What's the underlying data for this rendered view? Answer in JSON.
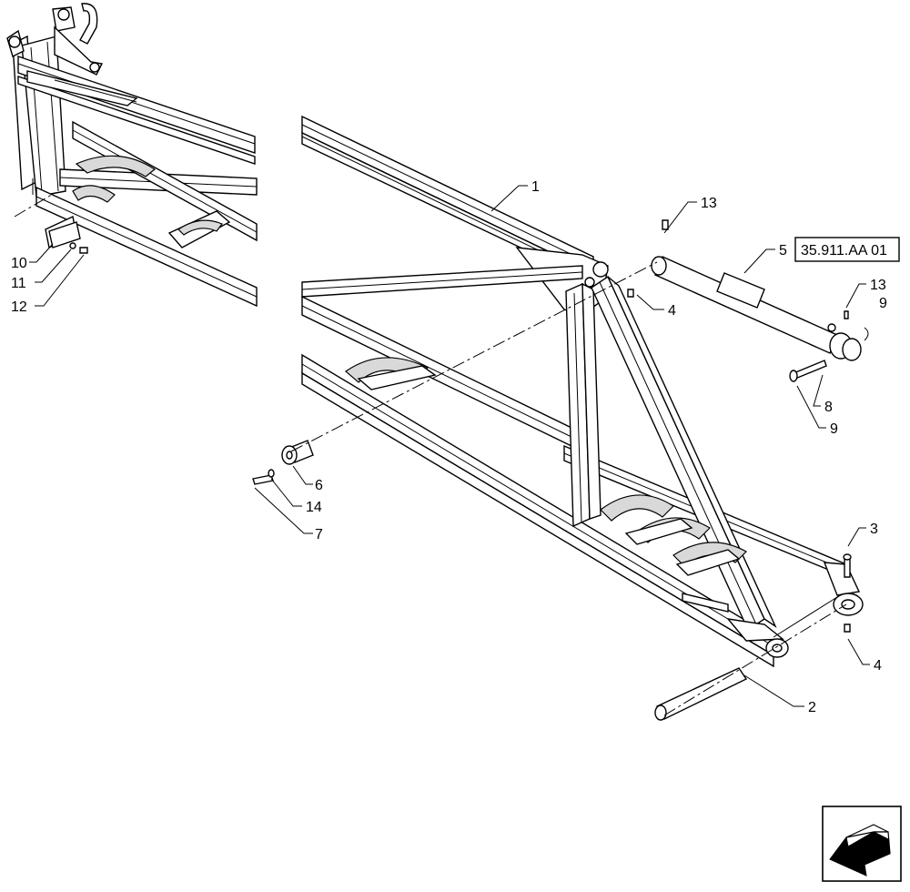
{
  "callouts": {
    "c1": "1",
    "c2": "2",
    "c3": "3",
    "c4a": "4",
    "c4b": "4",
    "c5": "5",
    "c6": "6",
    "c7": "7",
    "c8": "8",
    "c9a": "9",
    "c9b": "9",
    "c10": "10",
    "c11": "11",
    "c12": "12",
    "c13a": "13",
    "c13b": "13",
    "c14": "14"
  },
  "reference_box": "35.911.AA 01",
  "nav_icon": "view-direction-arrow-icon"
}
